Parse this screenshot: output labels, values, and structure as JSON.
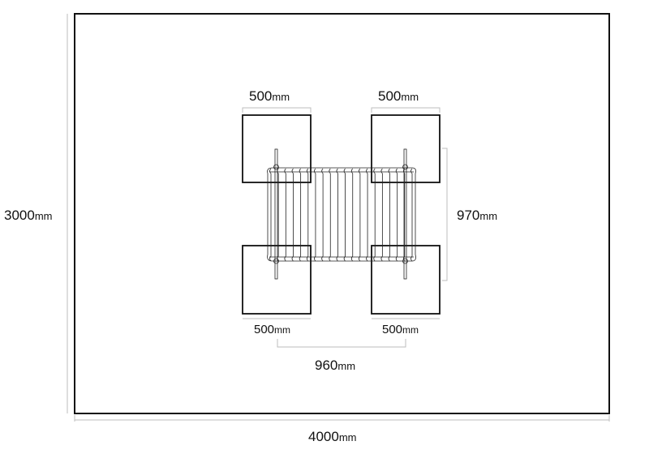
{
  "dimensions": {
    "area_width": {
      "value": "4000",
      "unit": "mm"
    },
    "area_height": {
      "value": "3000",
      "unit": "mm"
    },
    "block_top_left": {
      "value": "500",
      "unit": "mm"
    },
    "block_top_right": {
      "value": "500",
      "unit": "mm"
    },
    "block_bottom_left": {
      "value": "500",
      "unit": "mm"
    },
    "block_bottom_right": {
      "value": "500",
      "unit": "mm"
    },
    "bridge_span": {
      "value": "960",
      "unit": "mm"
    },
    "block_spacing": {
      "value": "970",
      "unit": "mm"
    }
  }
}
